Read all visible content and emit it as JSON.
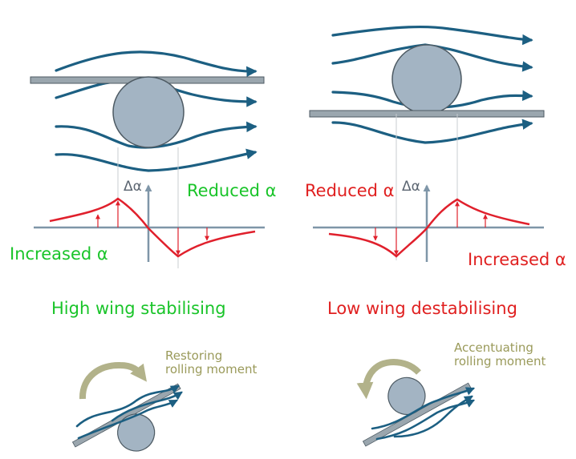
{
  "colors": {
    "stream": "#1c5f82",
    "fuselage_fill": "#a3b4c3",
    "fuselage_stroke": "#4d5a63",
    "wing_fill": "#9aa6ae",
    "axis": "#7f96a8",
    "curve": "#e0202c",
    "green": "#19c429",
    "red": "#e02020",
    "olive": "#9a9a5a",
    "olive_arrow": "#b2b28a"
  },
  "icons": [
    "streamline-arrow",
    "rotation-arrow"
  ],
  "high_wing": {
    "delta_alpha_label": "Δα",
    "reduced_label": "Reduced α",
    "increased_label": "Increased α",
    "title": "High wing stabilising",
    "moment_label": "Restoring\nrolling moment"
  },
  "low_wing": {
    "delta_alpha_label": "Δα",
    "reduced_label": "Reduced α",
    "increased_label": "Increased α",
    "title": "Low wing destabilising",
    "moment_label": "Accentuating\nrolling moment"
  }
}
